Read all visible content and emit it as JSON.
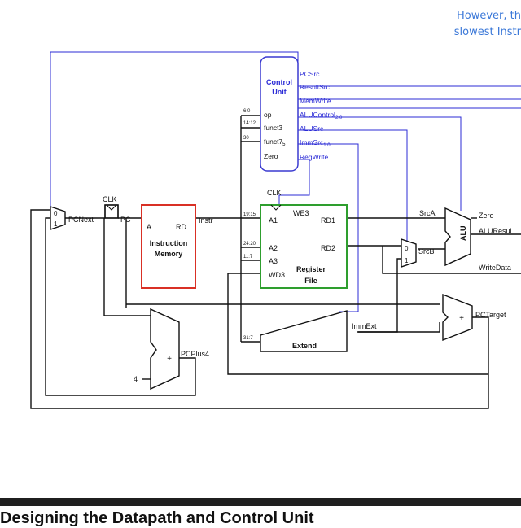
{
  "note": {
    "line1": "However, th",
    "line2": "slowest Instr"
  },
  "blocks": {
    "control_unit": {
      "title1": "Control",
      "title2": "Unit",
      "inputs": [
        "op",
        "funct3",
        "funct7",
        "Zero"
      ],
      "funct7_sub": "5",
      "outputs": [
        "PCSrc",
        "ResultSrc",
        "MemWrite",
        "ALUControl",
        "ALUSrc",
        "ImmSrc",
        "RegWrite"
      ],
      "alucontrol_sub": "2:0",
      "immsrc_sub": "1:0"
    },
    "instruction_memory": {
      "port_a": "A",
      "port_rd": "RD",
      "name1": "Instruction",
      "name2": "Memory"
    },
    "register_file": {
      "ports": [
        "A1",
        "A2",
        "A3",
        "WD3"
      ],
      "we3": "WE3",
      "rd1": "RD1",
      "rd2": "RD2",
      "clk": "CLK",
      "name1": "Register",
      "name2": "File"
    },
    "extend": {
      "name": "Extend"
    },
    "alu": {
      "name": "ALU"
    },
    "mux_pc": {
      "in0": "0",
      "in1": "1"
    },
    "mux_srcb": {
      "in0": "0",
      "in1": "1"
    }
  },
  "bit_fields": [
    "6:0",
    "14:12",
    "30",
    "19:15",
    "24:20",
    "11:7",
    "31:7"
  ],
  "signals": {
    "clk": "CLK",
    "pcnext": "PCNext",
    "pc": "PC",
    "instr": "Instr",
    "srca": "SrcA",
    "srcb": "SrcB",
    "zero": "Zero",
    "aluresult": "ALUResul",
    "writedata": "WriteData",
    "pctarget": "PCTarget",
    "immext": "ImmExt",
    "pcplus4": "PCPlus4",
    "four": "4",
    "plus": "+"
  },
  "bottom_title": "Designing the Datapath and Control Unit",
  "colors": {
    "control_line": "#2b2bd6",
    "control_border": "#3a3ad0",
    "imem_border": "#d93025",
    "regfile_border": "#2e9e2e",
    "wire": "#111111",
    "note": "#3b78d8",
    "bar": "#1f1f1f"
  }
}
